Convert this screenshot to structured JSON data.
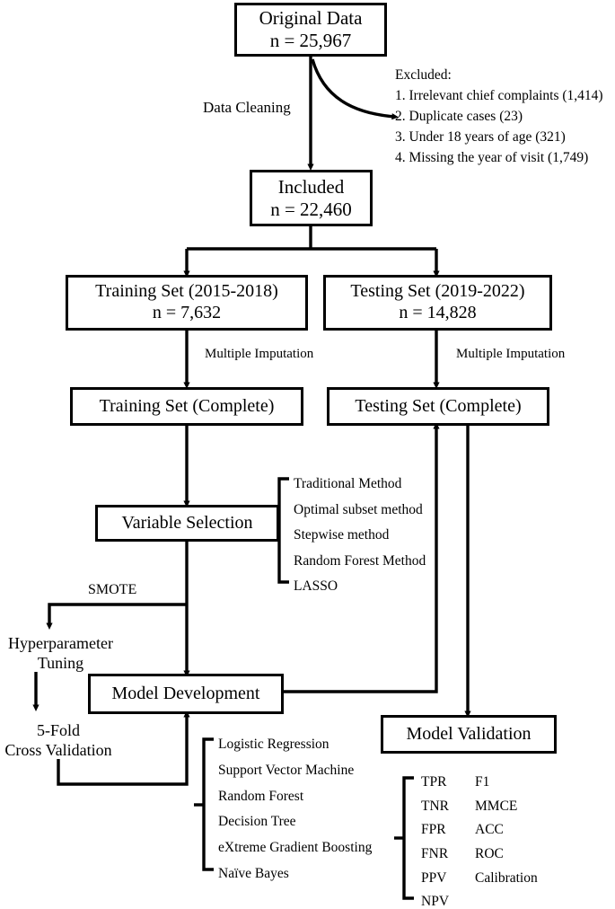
{
  "figure": {
    "type": "flowchart",
    "title": "Study cohort and machine-learning model development flowchart"
  },
  "nodes": {
    "original": {
      "line1": "Original Data",
      "line2": "n = 25,967"
    },
    "included": {
      "line1": "Included",
      "line2": "n = 22,460"
    },
    "training": {
      "line1": "Training Set (2015-2018)",
      "line2": "n = 7,632"
    },
    "testing": {
      "line1": "Testing Set (2019-2022)",
      "line2": "n = 14,828"
    },
    "training_complete": {
      "line1": "Training Set (Complete)"
    },
    "testing_complete": {
      "line1": "Testing Set (Complete)"
    },
    "variable_selection": {
      "line1": "Variable Selection"
    },
    "model_development": {
      "line1": "Model Development"
    },
    "model_validation": {
      "line1": "Model Validation"
    }
  },
  "edge_labels": {
    "data_cleaning": "Data Cleaning",
    "multiple_imputation_left": "Multiple Imputation",
    "multiple_imputation_right": "Multiple Imputation",
    "smote": "SMOTE"
  },
  "side_steps": {
    "hyperparameter_l1": "Hyperparameter",
    "hyperparameter_l2": "Tuning",
    "crossval_l1": "5-Fold",
    "crossval_l2": "Cross Validation"
  },
  "excluded": {
    "heading": "Excluded:",
    "items": [
      "1. Irrelevant chief complaints (1,414)",
      "2. Duplicate cases (23)",
      "3. Under 18 years of age (321)",
      "4. Missing the year of visit (1,749)"
    ]
  },
  "variable_selection_methods": [
    "Traditional Method",
    "Optimal subset method",
    "Stepwise method",
    "Random Forest Method",
    "LASSO"
  ],
  "algorithms": [
    "Logistic Regression",
    "Support Vector Machine",
    "Random Forest",
    "Decision Tree",
    "eXtreme Gradient Boosting",
    "Naïve Bayes"
  ],
  "metrics": [
    {
      "left": "TPR",
      "right": "F1"
    },
    {
      "left": "TNR",
      "right": "MMCE"
    },
    {
      "left": "FPR",
      "right": "ACC"
    },
    {
      "left": "FNR",
      "right": "ROC"
    },
    {
      "left": "PPV",
      "right": "Calibration"
    },
    {
      "left": "NPV",
      "right": ""
    }
  ],
  "colors": {
    "stroke": "#000000",
    "background": "#ffffff",
    "text": "#000000"
  }
}
